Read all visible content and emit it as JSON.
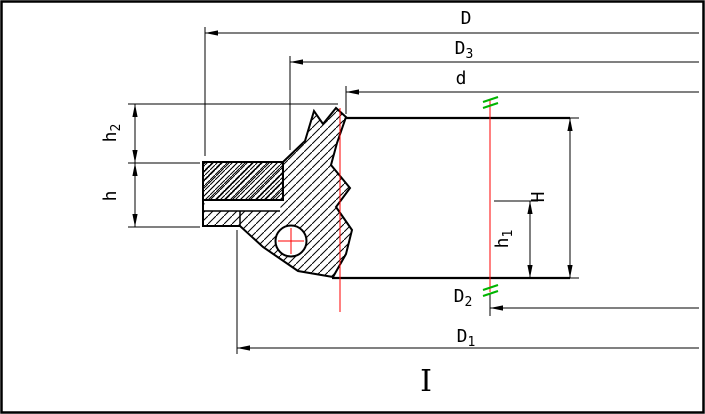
{
  "drawing": {
    "view_label": "I",
    "dimensions": {
      "D": {
        "main": "D",
        "sub": ""
      },
      "D3": {
        "main": "D",
        "sub": "3"
      },
      "d": {
        "main": "d",
        "sub": ""
      },
      "h2": {
        "main": "h",
        "sub": "2"
      },
      "h": {
        "main": "h",
        "sub": ""
      },
      "H": {
        "main": "H",
        "sub": ""
      },
      "h1": {
        "main": "h",
        "sub": "1"
      },
      "D2": {
        "main": "D",
        "sub": "2"
      },
      "D1": {
        "main": "D",
        "sub": "1"
      }
    },
    "colors": {
      "outline": "#000000",
      "centerline_red": "#ff0000",
      "match_mark_green": "#00b400",
      "background": "#ffffff"
    }
  }
}
